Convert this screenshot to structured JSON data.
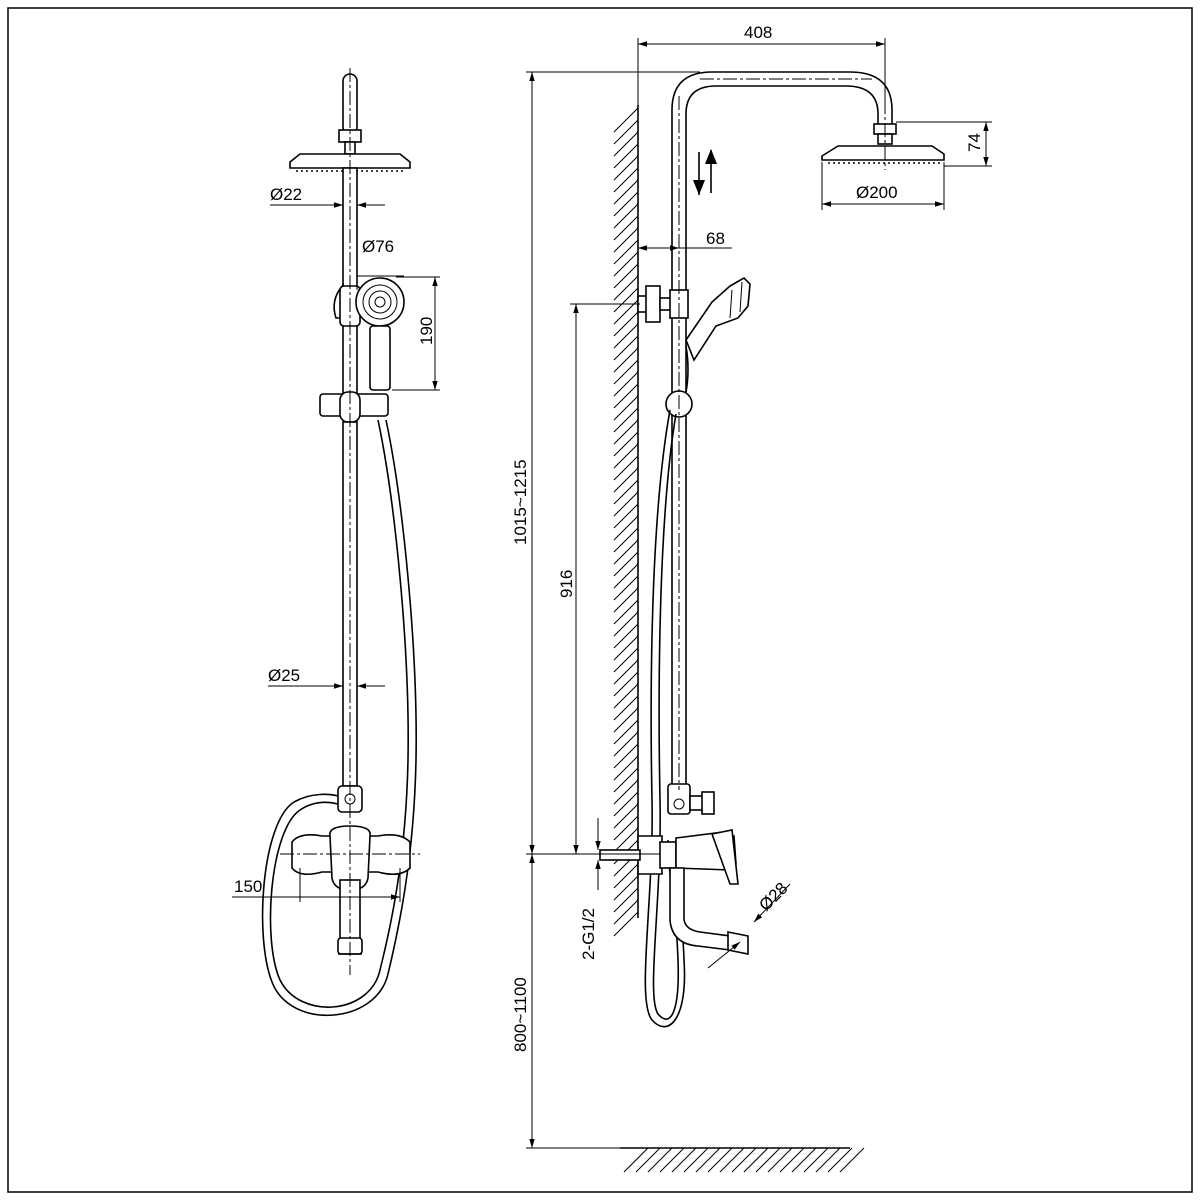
{
  "dimensions": {
    "front": {
      "rod_top_diameter": "Ø22",
      "handshower_diameter": "Ø76",
      "handshower_length": "190",
      "rod_bottom_diameter": "Ø25",
      "mixer_spacing": "150"
    },
    "side": {
      "arm_reach": "408",
      "head_height": "74",
      "head_diameter": "Ø200",
      "wall_offset": "68",
      "adjustable_height": "1015~1215",
      "holder_height": "916",
      "connection_thread": "2-G1/2",
      "spout_diameter": "Ø28",
      "mixer_height": "800~1100"
    }
  },
  "icons": {
    "adjust_arrows": "up-down-arrows-icon"
  }
}
